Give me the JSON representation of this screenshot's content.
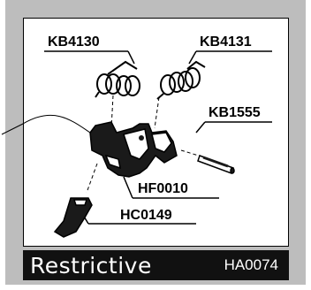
{
  "parts": {
    "kb4130": "KB4130",
    "kb4131": "KB4131",
    "kb1555": "KB1555",
    "hf0010": "HF0010",
    "hc0149": "HC0149"
  },
  "footer": {
    "title": "Restrictive",
    "code": "HA0074"
  },
  "colors": {
    "frame": "#bdbdbd",
    "footer_bg": "#111111"
  }
}
